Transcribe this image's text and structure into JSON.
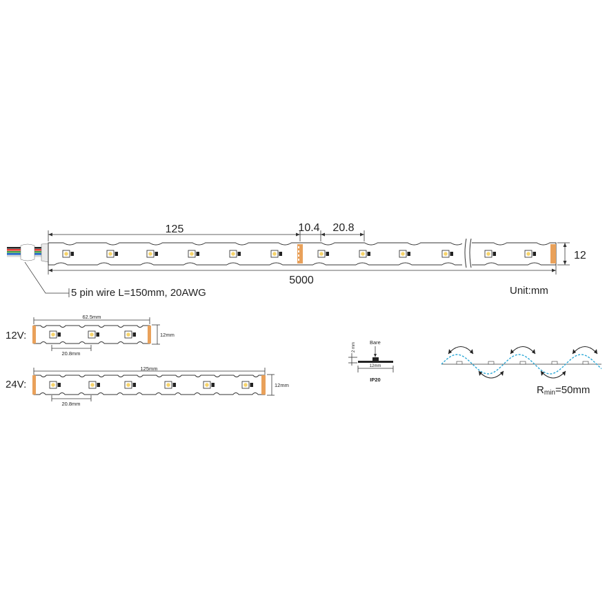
{
  "main_strip": {
    "dim_segment": "125",
    "dim_gap": "10.4",
    "dim_pitch": "20.8",
    "dim_width": "12",
    "dim_total": "5000",
    "wire_note": "5 pin wire L=150mm, 20AWG",
    "unit_label": "Unit:mm"
  },
  "strip_12v": {
    "label": "12V:",
    "dim_segment": "62.5mm",
    "dim_pitch": "20.8mm",
    "dim_width": "12mm"
  },
  "strip_24v": {
    "label": "24V:",
    "dim_segment": "125mm",
    "dim_pitch": "20.8mm",
    "dim_width": "12mm"
  },
  "cross_section": {
    "bare_label": "Bare",
    "height_label": "2 mm",
    "width_label": "12mm",
    "rating": "IP20"
  },
  "bend": {
    "radius_prefix": "R",
    "radius_sub": "min",
    "radius_value": "=50mm"
  },
  "colors": {
    "wave_dash": "#2aa7d6",
    "wire_red": "#e53935",
    "wire_green": "#43a047",
    "wire_blue": "#1e63c8",
    "wire_black": "#222222",
    "wire_white": "#f2f2f2",
    "pad_orange": "#e9a15a",
    "led_yellow": "#f6d36a"
  }
}
